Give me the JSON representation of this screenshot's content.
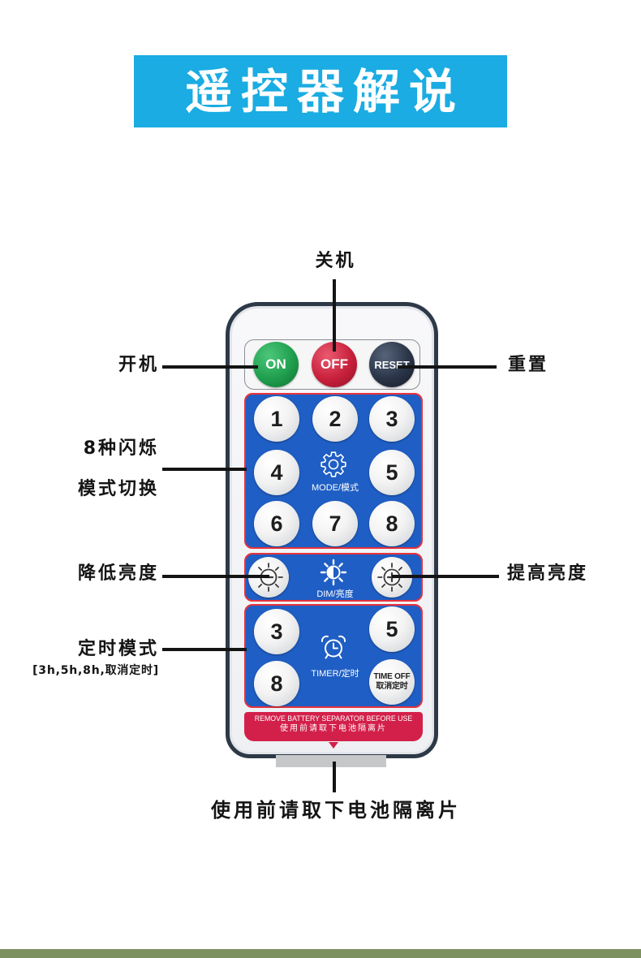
{
  "title": "遥控器解说",
  "labels": {
    "off": "关机",
    "on": "开机",
    "reset": "重置",
    "mode_line1": "8种闪烁",
    "mode_line2": "模式切换",
    "dim_down": "降低亮度",
    "dim_up": "提高亮度",
    "timer": "定时模式",
    "timer_options": "[3h,5h,8h,取消定时]",
    "battery": "使用前请取下电池隔离片"
  },
  "remote": {
    "power": {
      "on": "ON",
      "off": "OFF",
      "reset": "RESET"
    },
    "mode": {
      "buttons": [
        "1",
        "2",
        "3",
        "4",
        "5",
        "6",
        "7",
        "8"
      ],
      "caption": "MODE/模式",
      "icon": "gear-icon"
    },
    "dim": {
      "caption": "DIM/亮度",
      "icon": "half-sun-icon",
      "down_icon": "sun-minus-icon",
      "up_icon": "sun-plus-icon"
    },
    "timer": {
      "buttons": [
        "3",
        "5",
        "8"
      ],
      "off_line1": "TIME OFF",
      "off_line2": "取消定时",
      "caption": "TIMER/定时",
      "icon": "alarm-clock-icon"
    },
    "separator_notice": {
      "line1": "REMOVE BATTERY SEPARATOR BEFORE USE",
      "line2": "使用前请取下电池隔离片"
    }
  },
  "colors": {
    "title_bg": "#1aace2",
    "on": "#1f9e4d",
    "off": "#c8203c",
    "reset": "#2a3447",
    "panel": "#1f5ec4",
    "panel_border": "#e8323c",
    "notice": "#d3204a",
    "body_border": "#2d3947",
    "footer_strip": "#7c9060"
  }
}
